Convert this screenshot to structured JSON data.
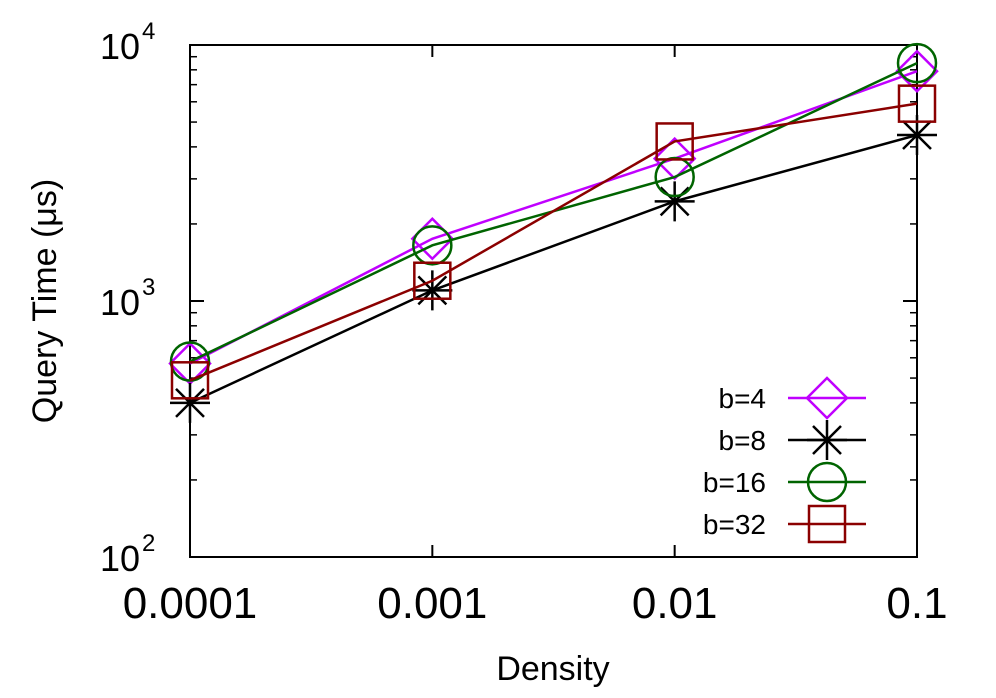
{
  "chart_data": {
    "type": "line",
    "xlabel": "Density",
    "ylabel": "Query Time (μs)",
    "x_scale": "log",
    "y_scale": "log",
    "x": [
      0.0001,
      0.001,
      0.01,
      0.1
    ],
    "x_tick_labels": [
      "0.0001",
      "0.001",
      "0.01",
      "0.1"
    ],
    "ylim": [
      100,
      10000
    ],
    "y_ticks": [
      {
        "value": 100,
        "base": "10",
        "exp": "2"
      },
      {
        "value": 1000,
        "base": "10",
        "exp": "3"
      },
      {
        "value": 10000,
        "base": "10",
        "exp": "4"
      }
    ],
    "grid": false,
    "legend_position": "bottom-right",
    "series": [
      {
        "name": "b=4",
        "color": "#c000ff",
        "marker": "diamond",
        "values": [
          570,
          1750,
          3600,
          7900
        ]
      },
      {
        "name": "b=8",
        "color": "#000000",
        "marker": "asterisk",
        "values": [
          400,
          1100,
          2450,
          4450
        ]
      },
      {
        "name": "b=16",
        "color": "#006400",
        "marker": "circle",
        "values": [
          580,
          1650,
          3050,
          8500
        ]
      },
      {
        "name": "b=32",
        "color": "#8b0000",
        "marker": "square",
        "values": [
          490,
          1200,
          4200,
          5900
        ]
      }
    ]
  }
}
